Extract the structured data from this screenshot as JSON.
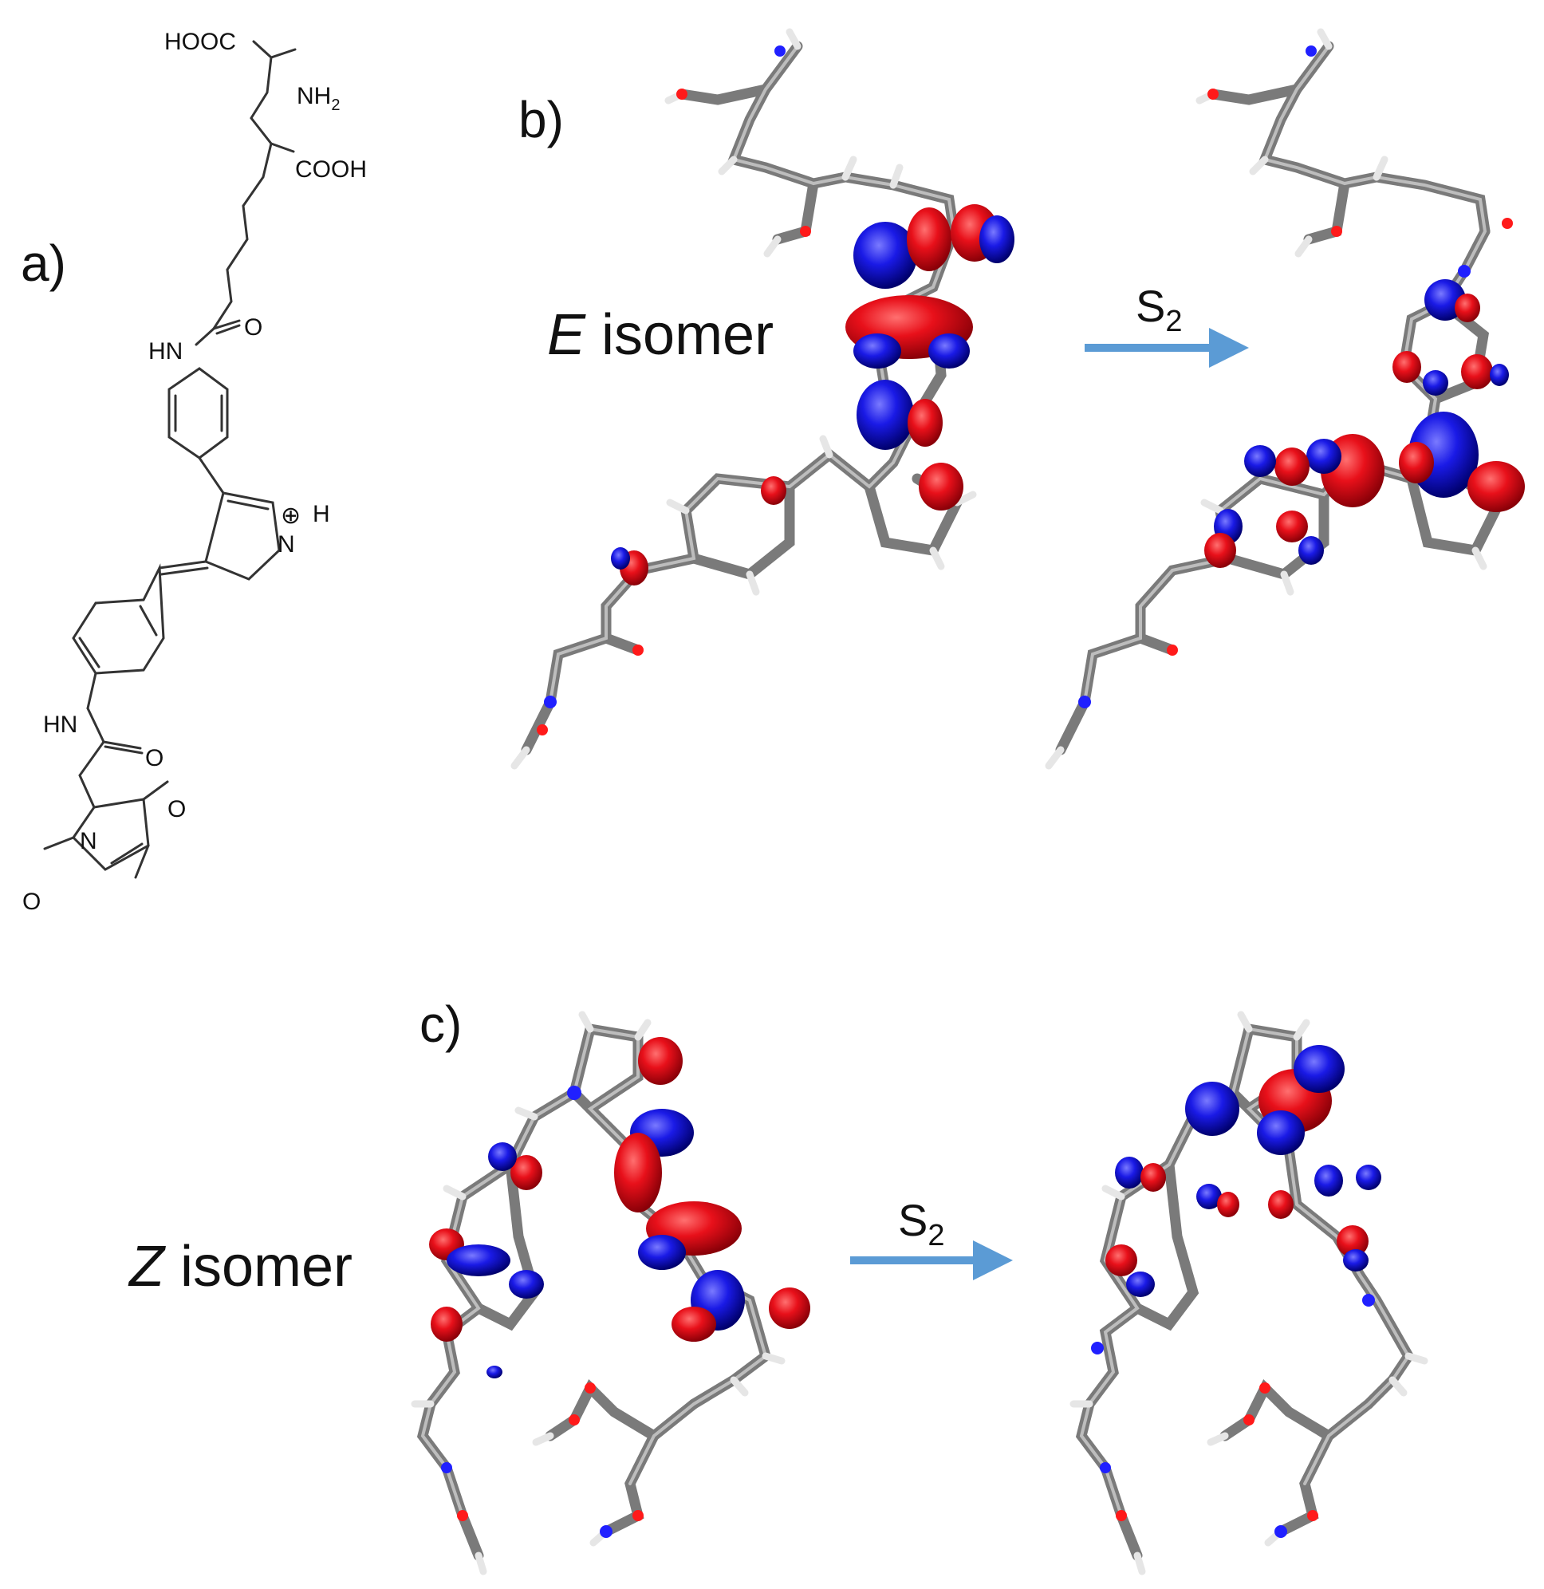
{
  "panels": {
    "a": {
      "letter": "a)"
    },
    "b": {
      "letter": "b)",
      "isomer_italic": "E",
      "isomer_word": " isomer",
      "state_main": "S",
      "state_sub": "2"
    },
    "c": {
      "letter": "c)",
      "isomer_italic": "Z",
      "isomer_word": " isomer",
      "state_main": "S",
      "state_sub": "2"
    }
  },
  "structure_labels": {
    "hooc": "HOOC",
    "nh2": "NH",
    "nh2_sub": "2",
    "cooh": "COOH",
    "o1": "O",
    "hn1": "HN",
    "nplus": "N",
    "plus": "⊕",
    "h": "H",
    "hn2": "HN",
    "o2": "O",
    "n_mal": "N",
    "o3": "O",
    "o4": "O"
  },
  "colors": {
    "orbital_positive": "#e8101a",
    "orbital_negative": "#1a1ae6",
    "arrow": "#5b9bd5",
    "carbon_stick": "#7a7a7a",
    "hydrogen": "#e6e6e6",
    "nitrogen": "#2020ff",
    "oxygen": "#ff1a1a"
  }
}
